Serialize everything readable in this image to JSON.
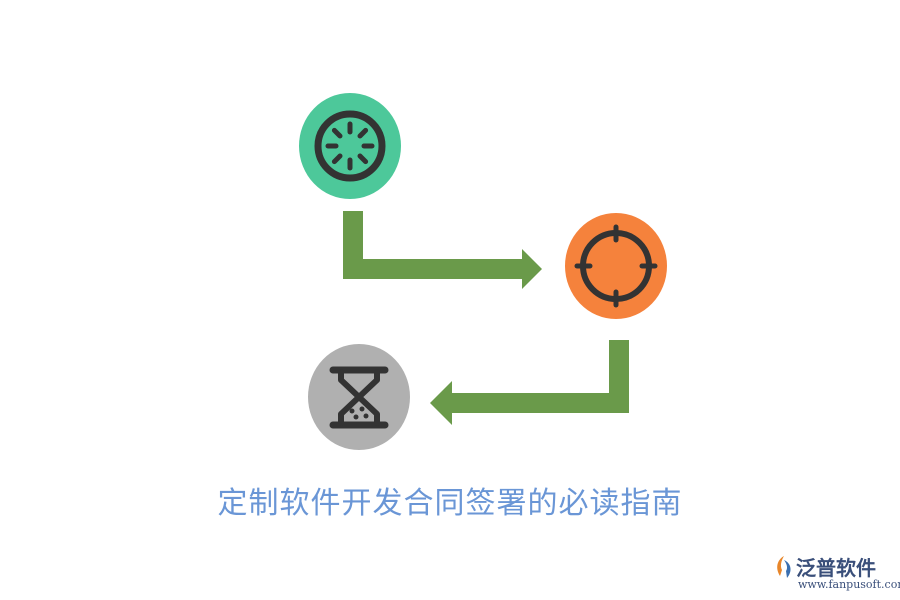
{
  "caption": "定制软件开发合同签署的必读指南",
  "brand": {
    "name": "泛普软件",
    "url": "www.fanpusoft.com"
  },
  "colors": {
    "caption": "#6a96d6",
    "green_circle": "#4dc89a",
    "orange_circle": "#f5823c",
    "gray_circle": "#b0b0b0",
    "arrow": "#6a9a4a",
    "icon_stroke": "#333333"
  },
  "icons": [
    "loading-icon",
    "crosshair-icon",
    "hourglass-icon"
  ]
}
